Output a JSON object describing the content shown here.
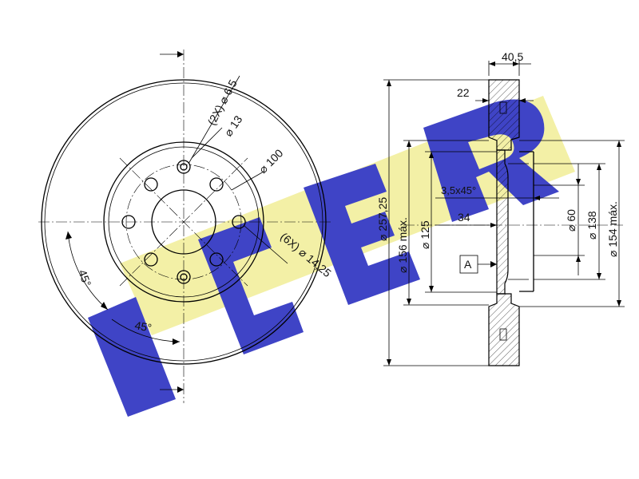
{
  "brand": {
    "name": "ICER",
    "colors": {
      "yellow": "#f3f0a6",
      "blue": "#3f44c6"
    }
  },
  "front_view": {
    "holes_small": "(2X) ⌀ 6,5",
    "hole_13": "⌀ 13",
    "pcd_100": "⌀ 100",
    "holes_main": "(6X) ⌀ 14,25",
    "angle_1": "45°",
    "angle_2": "45°"
  },
  "side_view": {
    "width_total": "40,5",
    "width_disc": "22",
    "chamfer": "3,5x45°",
    "hat_depth": "34",
    "outer_diameter": "⌀ 257,25",
    "inner_max": "⌀ 156 máx.",
    "center_125": "⌀ 125",
    "center_60": "⌀ 60",
    "hub_138": "⌀ 138",
    "hub_max": "⌀ 154 máx.",
    "datum": "A"
  }
}
